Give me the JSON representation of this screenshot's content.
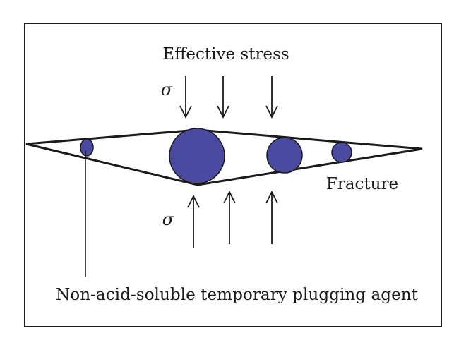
{
  "labels": {
    "effective_stress": "Effective stress",
    "sigma_top": "σ",
    "sigma_bottom": "σ",
    "fracture": "Fracture",
    "plugging_agent": "Non-acid-soluble temporary plugging agent"
  },
  "colors": {
    "background": "#ffffff",
    "frame": "#1a1a1a",
    "particle_fill": "#4a4aa0",
    "particle_stroke": "#1a1a1a",
    "line": "#1a1a1a"
  },
  "particles": [
    {
      "name": "particle-small-left"
    },
    {
      "name": "particle-large"
    },
    {
      "name": "particle-medium"
    },
    {
      "name": "particle-small-right"
    }
  ]
}
